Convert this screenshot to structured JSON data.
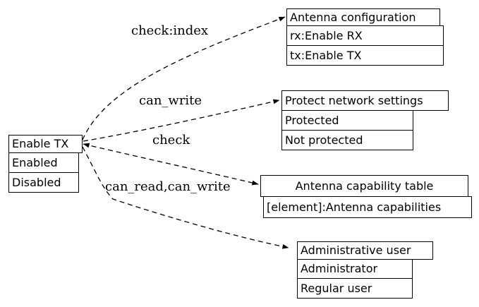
{
  "diagram": {
    "background_color": "#ffffff",
    "stroke_color": "#000000",
    "text_color": "#000000",
    "nodes": {
      "enable_tx": {
        "title": "Enable TX",
        "rows": [
          "Enabled",
          "Disabled"
        ]
      },
      "antenna_configuration": {
        "title": "Antenna configuration",
        "rows": [
          "rx:Enable RX",
          "tx:Enable TX"
        ]
      },
      "protect_network_settings": {
        "title": "Protect network settings",
        "rows": [
          "Protected",
          "Not protected"
        ]
      },
      "antenna_capability_table": {
        "title": "Antenna capability table",
        "rows": [
          "[element]:Antenna capabilities"
        ]
      },
      "administrative_user": {
        "title": "Administrative user",
        "rows": [
          "Administrator",
          "Regular user"
        ]
      }
    },
    "edges": [
      {
        "label": "check:index",
        "from": "Enable TX",
        "to": "Antenna configuration",
        "style": "dashed",
        "arrows": "to"
      },
      {
        "label": "can_write",
        "from": "Enable TX",
        "to": "Protect network settings",
        "style": "dashed",
        "arrows": "to"
      },
      {
        "label": "check",
        "from": "Enable TX",
        "to": "Antenna capability table",
        "style": "dashed",
        "arrows": "both"
      },
      {
        "label": "can_read,can_write",
        "from": "Enable TX",
        "to": "Administrative user",
        "style": "dashed",
        "arrows": "to"
      }
    ]
  }
}
